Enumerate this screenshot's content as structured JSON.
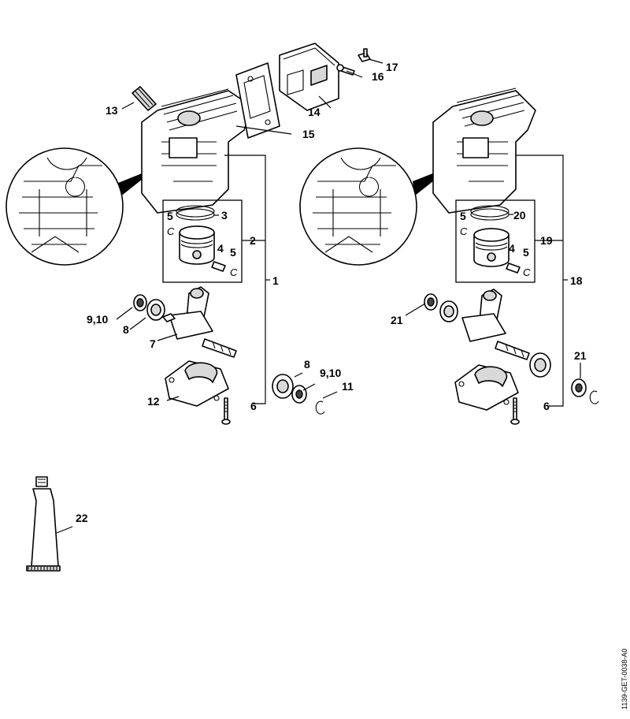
{
  "document_code": "1139-GET-0038-A0",
  "labels": {
    "l1": "1",
    "l2": "2",
    "l3": "3",
    "l4": "4",
    "l5a": "5",
    "l5b": "5",
    "l6a": "6",
    "l6b": "6",
    "l7": "7",
    "l8a": "8",
    "l8b": "8",
    "l910a": "9,10",
    "l910b": "9,10",
    "l11": "11",
    "l12": "12",
    "l13": "13",
    "l14": "14",
    "l15": "15",
    "l16": "16",
    "l17": "17",
    "l18": "18",
    "l19": "19",
    "l20": "20",
    "l21a": "21",
    "l21b": "21",
    "l22": "22",
    "l4b": "4",
    "l5c": "5",
    "l5d": "5"
  },
  "circlip_glyph": "C"
}
